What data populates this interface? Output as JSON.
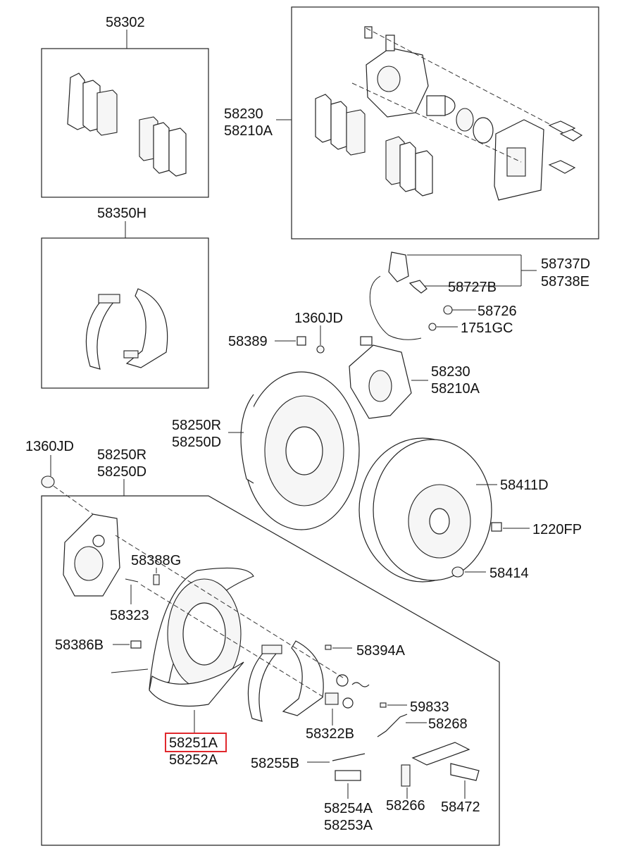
{
  "highlight_color": "#e0282d",
  "labels": {
    "l58302": "58302",
    "l58230_top": "58230",
    "l58210A_top": "58210A",
    "l58350H": "58350H",
    "l58737D": "58737D",
    "l58738E": "58738E",
    "l58727B": "58727B",
    "l58726": "58726",
    "l1751GC": "1751GC",
    "l1360JD_mid": "1360JD",
    "l58389": "58389",
    "l58230_mid": "58230",
    "l58210A_mid": "58210A",
    "l58250R_mid": "58250R",
    "l58250D_mid": "58250D",
    "l1360JD_left": "1360JD",
    "l58250R_left": "58250R",
    "l58250D_left": "58250D",
    "l58411D": "58411D",
    "l1220FP": "1220FP",
    "l58388G": "58388G",
    "l58414": "58414",
    "l58323": "58323",
    "l58386B": "58386B",
    "l58394A": "58394A",
    "l59833": "59833",
    "l58268": "58268",
    "l58322B": "58322B",
    "l58251A": "58251A",
    "l58252A": "58252A",
    "l58255B": "58255B",
    "l58254A": "58254A",
    "l58266": "58266",
    "l58472": "58472",
    "l58253A": "58253A"
  }
}
